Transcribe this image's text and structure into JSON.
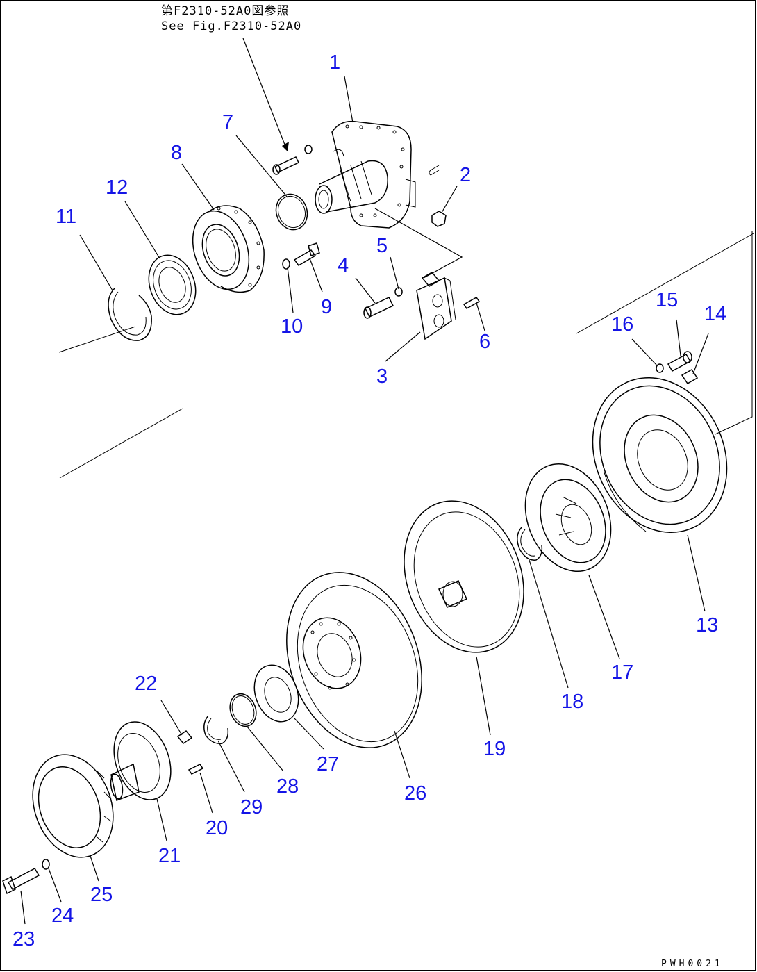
{
  "reference": {
    "line1": "第F2310-52A0図参照",
    "line2": "See Fig.F2310-52A0"
  },
  "drawing_code": "PWH0021",
  "callouts": {
    "c1": "1",
    "c2": "2",
    "c3": "3",
    "c4": "4",
    "c5": "5",
    "c6": "6",
    "c7": "7",
    "c8": "8",
    "c9": "9",
    "c10": "10",
    "c11": "11",
    "c12": "12",
    "c13": "13",
    "c14": "14",
    "c15": "15",
    "c16": "16",
    "c17": "17",
    "c18": "18",
    "c19": "19",
    "c20": "20",
    "c21": "21",
    "c22": "22",
    "c23": "23",
    "c24": "24",
    "c25": "25",
    "c26": "26",
    "c27": "27",
    "c28": "28",
    "c29": "29"
  },
  "colors": {
    "callout": "#1414e6",
    "line": "#000000",
    "background": "#ffffff"
  }
}
